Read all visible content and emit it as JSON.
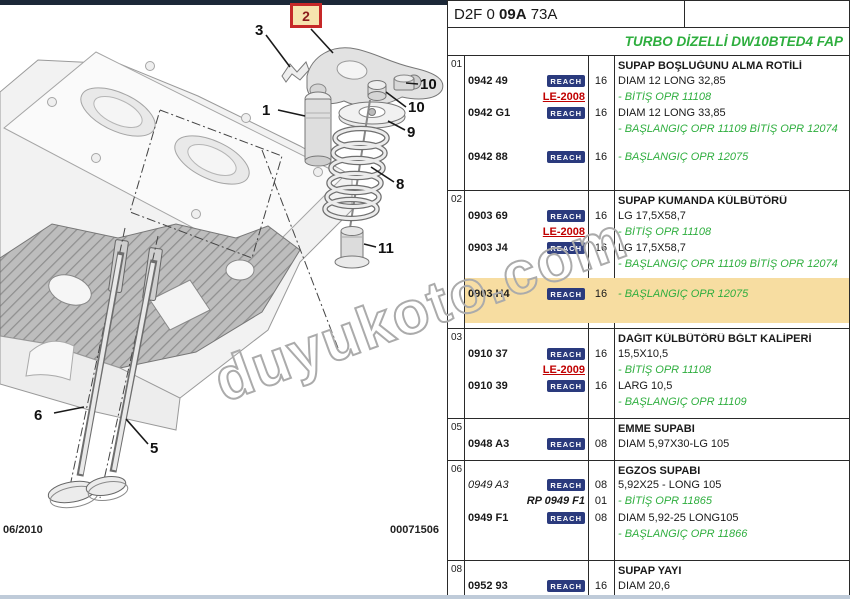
{
  "header": {
    "code_prefix": "D2F 0 ",
    "code_bold": "09A",
    "code_suffix": " 73A",
    "engine_title": "TURBO DİZELLİ DW10BTED4 FAP"
  },
  "footer": {
    "date": "06/2010",
    "doc_number": "00071506"
  },
  "watermark": "duyukoto.com",
  "colors": {
    "green_note": "#2eae3e",
    "red_label": "#c00000",
    "badge_bg": "#2a3a7d",
    "row_highlight": "#f7dda1",
    "callout_border": "#c62828",
    "callout_fill": "#f6e3ae",
    "top_bar": "#1c2838",
    "bottom_bar": "#bfcbd9"
  },
  "diagram": {
    "callouts": {
      "n1": "1",
      "n2": "2",
      "n3": "3",
      "n5": "5",
      "n6": "6",
      "n8": "8",
      "n9": "9",
      "n10a": "10",
      "n10b": "10",
      "n11": "11"
    }
  },
  "sections": [
    {
      "ref": "01",
      "title": "SUPAP BOŞLUĞUNU ALMA ROTİLİ",
      "lines": [
        {
          "part": "0942 49",
          "badge": "REACH",
          "qty": "16",
          "desc": "DIAM 12 LONG 32,85"
        },
        {
          "le": "LE-2008",
          "note": "- BİTİŞ OPR 11108"
        },
        {
          "part": "0942 G1",
          "badge": "REACH",
          "qty": "16",
          "desc": "DIAM 12 LONG 33,85"
        },
        {
          "note": "- BAŞLANGIÇ OPR 11109 BİTİŞ OPR 12074"
        },
        {
          "part": "0942 88",
          "badge": "REACH",
          "qty": "16",
          "note": "- BAŞLANGIÇ OPR 12075"
        }
      ]
    },
    {
      "ref": "02",
      "title": "SUPAP KUMANDA KÜLBÜTÖRÜ",
      "lines": [
        {
          "part": "0903 69",
          "badge": "REACH",
          "qty": "16",
          "desc": "LG 17,5X58,7"
        },
        {
          "le": "LE-2008",
          "note": "- BİTİŞ OPR 11108"
        },
        {
          "part": "0903 J4",
          "badge": "REACH",
          "qty": "16",
          "desc": "LG 17,5X58,7"
        },
        {
          "note": "- BAŞLANGIÇ OPR 11109 BİTİŞ OPR 12074"
        },
        {
          "part": "0903 H4",
          "badge": "REACH",
          "qty": "16",
          "note": "- BAŞLANGIÇ OPR 12075"
        }
      ]
    },
    {
      "ref": "03",
      "title": "DAĞIT KÜLBÜTÖRÜ BĞLT KALİPERİ",
      "lines": [
        {
          "part": "0910 37",
          "badge": "REACH",
          "qty": "16",
          "desc": "15,5X10,5"
        },
        {
          "le": "LE-2009",
          "note": "- BİTİŞ OPR 11108"
        },
        {
          "part": "0910 39",
          "badge": "REACH",
          "qty": "16",
          "desc": "LARG 10,5"
        },
        {
          "note": "- BAŞLANGIÇ OPR 11109"
        }
      ]
    },
    {
      "ref": "05",
      "title": "EMME SUPABI",
      "lines": [
        {
          "part": "0948 A3",
          "badge": "REACH",
          "qty": "08",
          "desc": "DIAM 5,97X30-LG 105"
        }
      ]
    },
    {
      "ref": "06",
      "title": "EGZOS SUPABI",
      "lines": [
        {
          "part": "0949 A3",
          "badge": "REACH",
          "qty": "08",
          "desc": "5,92X25 - LONG 105"
        },
        {
          "rp": "RP 0949 F1",
          "qty": "01",
          "note": "- BİTİŞ OPR 11865"
        },
        {
          "part": "0949 F1",
          "badge": "REACH",
          "qty": "08",
          "desc": "DIAM 5,92-25 LONG105"
        },
        {
          "note": "- BAŞLANGIÇ OPR 11866"
        }
      ]
    },
    {
      "ref": "08",
      "title": "SUPAP YAYI",
      "lines": [
        {
          "part": "0952 93",
          "badge": "REACH",
          "qty": "16",
          "desc": "DIAM 20,6"
        }
      ]
    }
  ]
}
